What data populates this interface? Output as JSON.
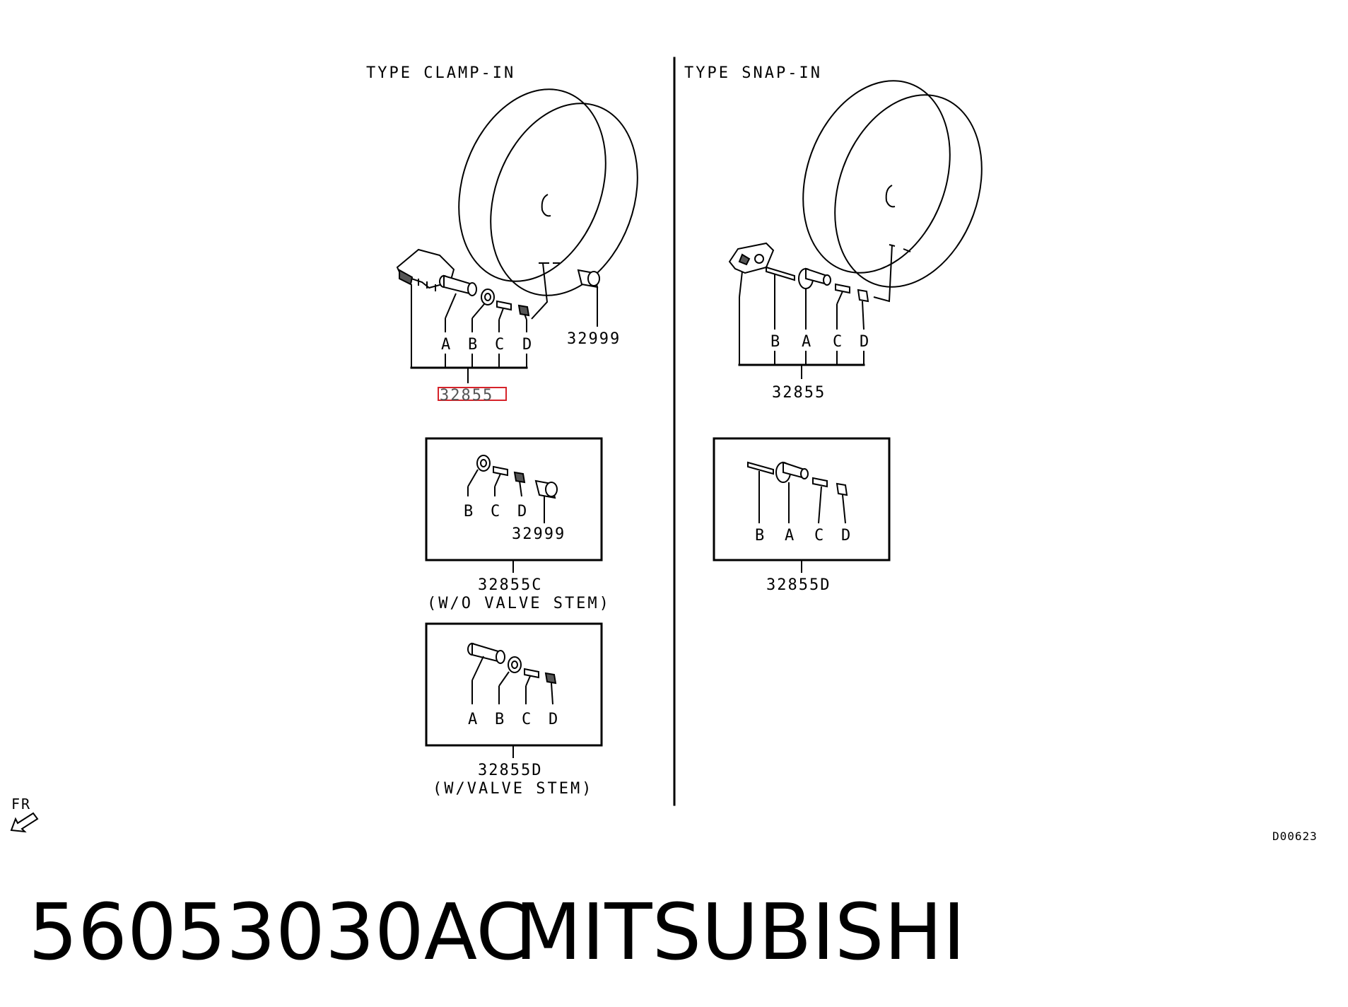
{
  "sections": {
    "clamp_in": {
      "title": "TYPE CLAMP-IN",
      "letters": [
        "A",
        "B",
        "C",
        "D"
      ],
      "part_32999": "32999",
      "assembly": "32855",
      "kit1": {
        "letters": [
          "B",
          "C",
          "D"
        ],
        "part": "32999",
        "number": "32855C",
        "note": "(W/O VALVE STEM)"
      },
      "kit2": {
        "letters": [
          "A",
          "B",
          "C",
          "D"
        ],
        "number": "32855D",
        "note": "(W/VALVE STEM)"
      }
    },
    "snap_in": {
      "title": "TYPE SNAP-IN",
      "letters": [
        "B",
        "A",
        "C",
        "D"
      ],
      "assembly": "32855",
      "kit": {
        "letters": [
          "B",
          "A",
          "C",
          "D"
        ],
        "number": "32855D"
      }
    }
  },
  "direction_label": "FR",
  "diagram_code": "D00623",
  "part_number": "56053030AC",
  "brand": "MITSUBISHI",
  "highlight_color": "#d6232a"
}
